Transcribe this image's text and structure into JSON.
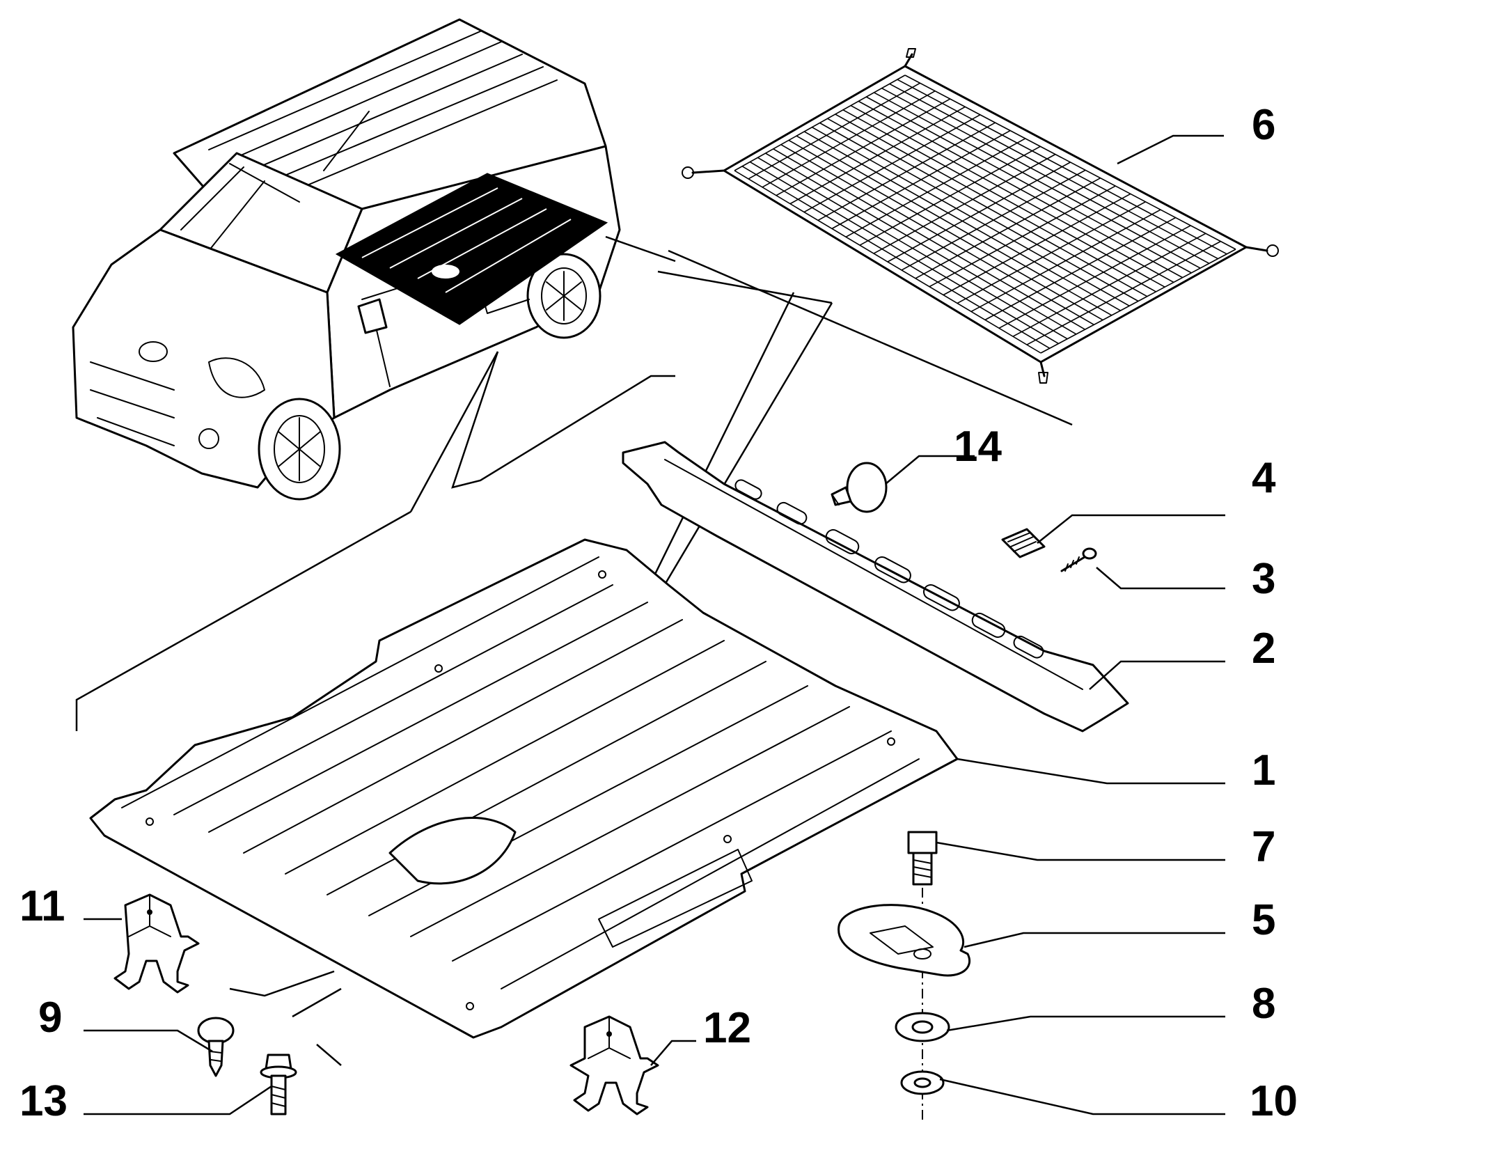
{
  "callouts": {
    "c1": "1",
    "c2": "2",
    "c3": "3",
    "c4": "4",
    "c5": "5",
    "c6": "6",
    "c7": "7",
    "c8": "8",
    "c9": "9",
    "c10": "10",
    "c11": "11",
    "c12": "12",
    "c13": "13",
    "c14": "14"
  },
  "colors": {
    "line": "#000000",
    "background": "#ffffff",
    "floor_highlight": "#000000"
  }
}
